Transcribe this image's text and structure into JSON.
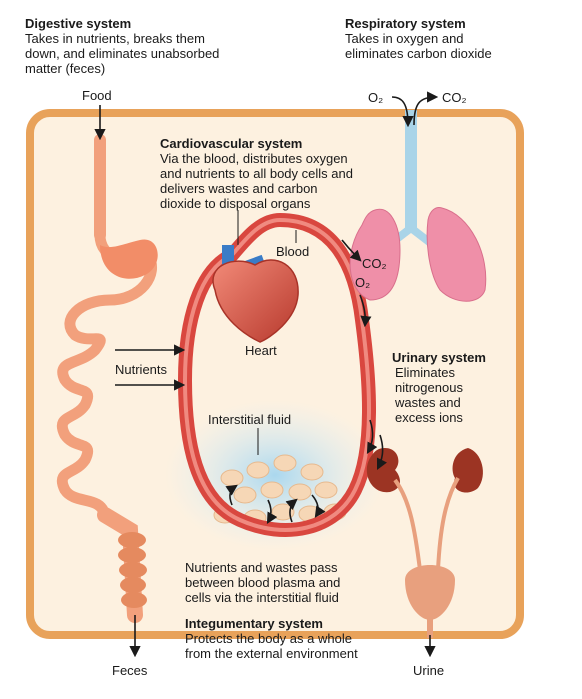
{
  "digestive": {
    "title": "Digestive system",
    "desc": "Takes in nutrients, breaks them\ndown, and eliminates unabsorbed\nmatter (feces)"
  },
  "respiratory": {
    "title": "Respiratory system",
    "desc": "Takes in oxygen and\neliminates carbon dioxide"
  },
  "cardiovascular": {
    "title": "Cardiovascular system",
    "desc": "Via the blood, distributes oxygen\nand nutrients to all body cells and\ndelivers wastes and carbon\ndioxide to disposal organs"
  },
  "urinary": {
    "title": "Urinary system",
    "desc": "Eliminates\nnitrogenous\nwastes and\nexcess ions"
  },
  "integumentary": {
    "title": "Integumentary system",
    "desc": "Protects the body as a whole\nfrom the external environment"
  },
  "labels": {
    "food": "Food",
    "o2": "O₂",
    "co2": "CO₂",
    "co2_lung": "CO₂",
    "o2_lung": "O₂",
    "blood": "Blood",
    "heart": "Heart",
    "nutrients": "Nutrients",
    "interstitial_fluid": "Interstitial fluid",
    "exchange_note": "Nutrients and wastes pass\nbetween blood plasma and\ncells via the interstitial fluid",
    "feces": "Feces",
    "urine": "Urine"
  },
  "colors": {
    "body_border": "#e8a25a",
    "body_fill": "#fdf1e0",
    "vessel": "#d9473f",
    "digestive_tract": "#f2a07c",
    "lung": "#ef8fa8",
    "trachea": "#a9d4e8",
    "kidney": "#9c3423",
    "bladder": "#e8a07e",
    "fluid": "#b9dff1",
    "cell": "#f6d7b6"
  }
}
